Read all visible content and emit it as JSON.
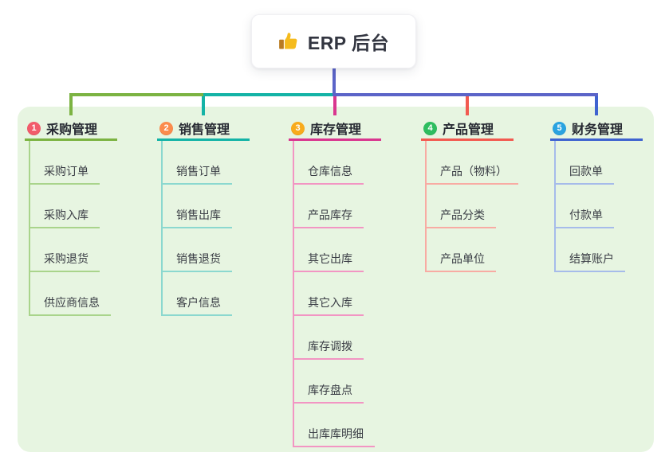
{
  "root": {
    "label": "ERP 后台",
    "icon": "thumbs-up"
  },
  "branches": [
    {
      "index": "1",
      "label": "采购管理",
      "badge_color": "#f25b6b",
      "line_color": "#7cb342",
      "child_line_color": "#a9d48b",
      "children": [
        "采购订单",
        "采购入库",
        "采购退货",
        "供应商信息"
      ]
    },
    {
      "index": "2",
      "label": "销售管理",
      "badge_color": "#fb8c4d",
      "line_color": "#14b3a6",
      "child_line_color": "#8bd8cf",
      "children": [
        "销售订单",
        "销售出库",
        "销售退货",
        "客户信息"
      ]
    },
    {
      "index": "3",
      "label": "库存管理",
      "badge_color": "#f8ab1c",
      "line_color": "#d9368f",
      "child_line_color": "#f295c3",
      "children": [
        "仓库信息",
        "产品库存",
        "其它出库",
        "其它入库",
        "库存调拨",
        "库存盘点",
        "出库库明细"
      ]
    },
    {
      "index": "4",
      "label": "产品管理",
      "badge_color": "#2ebd5f",
      "line_color": "#f25a50",
      "child_line_color": "#f8aba3",
      "children": [
        "产品（物料）",
        "产品分类",
        "产品单位"
      ]
    },
    {
      "index": "5",
      "label": "财务管理",
      "badge_color": "#2aa3e0",
      "line_color": "#3f63d0",
      "child_line_color": "#a6bbea",
      "children": [
        "回款单",
        "付款单",
        "结算账户"
      ]
    }
  ],
  "colors": {
    "page_bg": "#ffffff",
    "panel_bg": "#e7f5e1",
    "trunk": "#5b64c8",
    "root_card_bg": "#ffffff",
    "root_text": "#323540",
    "title_text": "#272a33",
    "child_text": "#3a3d45",
    "thumb_color": "#f5bb1d",
    "thumb_cuff": "#b97b22"
  }
}
